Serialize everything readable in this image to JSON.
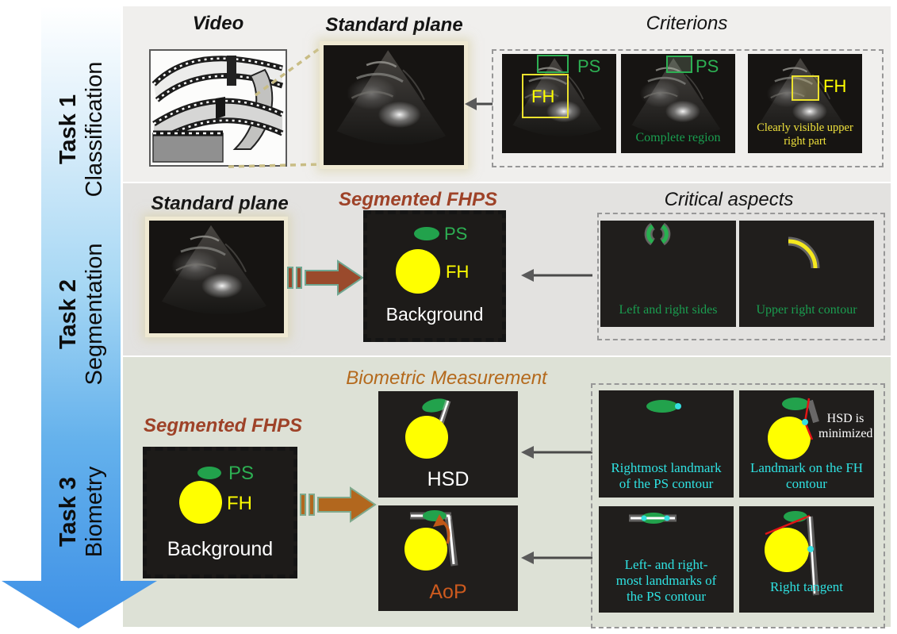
{
  "colors": {
    "ps_green": "#22a24c",
    "fh_yellow": "#ffff00",
    "segmented_brown": "#9e4228",
    "biometric_orange": "#b4691c",
    "aop_orange": "#cc5a1e",
    "caption_cyan": "#2fe2e2",
    "caption_green": "#1a9e50",
    "arrow_brown_dark": "#9a4a2c",
    "arrow_brown_light": "#b2671e",
    "arrow_teal_outline": "#6fa691",
    "flow_arrow_blue": "#3e90e6"
  },
  "tasks": [
    {
      "num": "Task 1",
      "name": "Classification"
    },
    {
      "num": "Task 2",
      "name": "Segmentation"
    },
    {
      "num": "Task 3",
      "name": "Biometry"
    }
  ],
  "task1": {
    "video_title": "Video",
    "plane_title": "Standard plane",
    "criterions_title": "Criterions",
    "thumb1": {
      "ps": "PS",
      "fh": "FH"
    },
    "thumb2": {
      "ps": "PS",
      "caption": "Complete region"
    },
    "thumb3": {
      "fh": "FH",
      "caption": "Clearly visible upper right part"
    }
  },
  "task2": {
    "plane_title": "Standard plane",
    "segmented_title": "Segmented FHPS",
    "critical_title": "Critical aspects",
    "panel": {
      "ps": "PS",
      "fh": "FH",
      "background": "Background"
    },
    "aspect1": "Left and right sides",
    "aspect2": "Upper right contour"
  },
  "task3": {
    "segmented_title": "Segmented FHPS",
    "biometric_title": "Biometric Measurement",
    "panel": {
      "ps": "PS",
      "fh": "FH",
      "background": "Background"
    },
    "hsd_label": "HSD",
    "aop_label": "AoP",
    "thumb_tl": "Rightmost landmark of the PS contour",
    "thumb_tr": {
      "caption": "Landmark on the FH contour",
      "note": "HSD is minimized"
    },
    "thumb_bl": "Left- and right- most landmarks of the PS contour",
    "thumb_br": "Right tangent"
  }
}
